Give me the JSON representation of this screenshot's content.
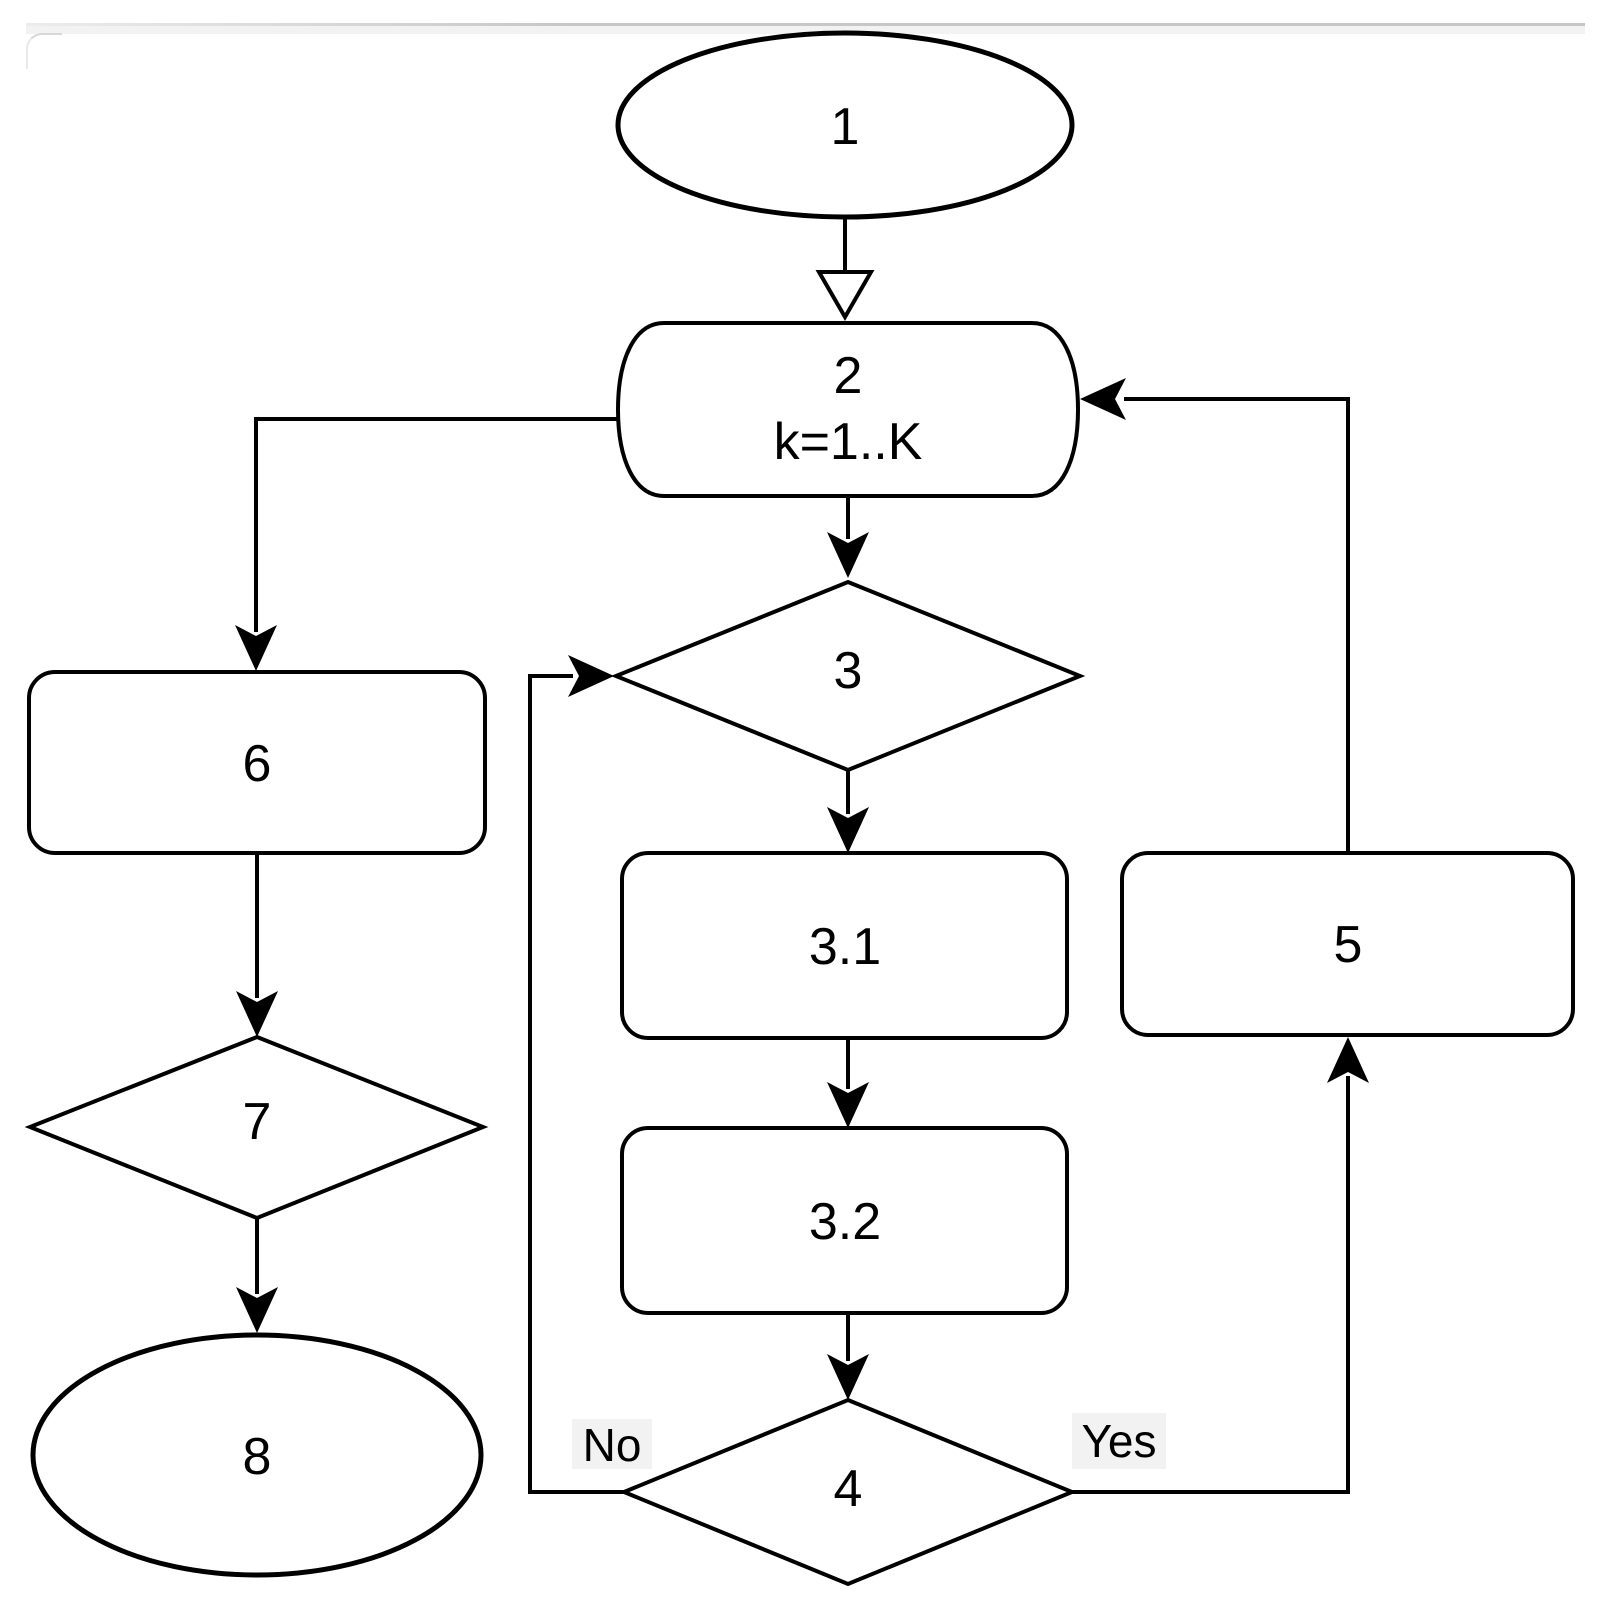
{
  "diagram": {
    "stroke_color": "#000000",
    "shape_fill": "#ffffff",
    "edge_label_bg": "#f2f2f2",
    "nodes": {
      "start": {
        "label": "1"
      },
      "loop": {
        "label": "2",
        "sublabel": "k=1..K"
      },
      "decision3": {
        "label": "3"
      },
      "process31": {
        "label": "3.1"
      },
      "process32": {
        "label": "3.2"
      },
      "decision4": {
        "label": "4"
      },
      "process5": {
        "label": "5"
      },
      "process6": {
        "label": "6"
      },
      "decision7": {
        "label": "7"
      },
      "end": {
        "label": "8"
      }
    },
    "edge_labels": {
      "no": "No",
      "yes": "Yes"
    }
  }
}
